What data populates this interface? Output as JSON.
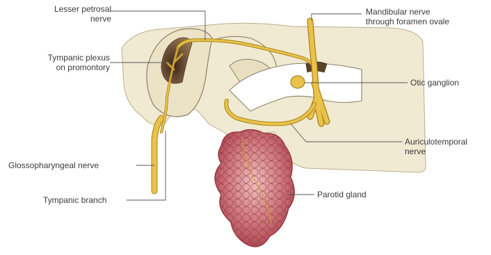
{
  "labels": {
    "lesser_petrosal": [
      "Lesser petrosal",
      "nerve"
    ],
    "tympanic_plexus": [
      "Tympanic plexus",
      "on promontory"
    ],
    "glossopharyngeal": "Glossopharyngeal nerve",
    "tympanic_branch": "Tympanic branch",
    "mandibular": [
      "Mandibular nerve",
      "through foramen ovale"
    ],
    "otic_ganglion": "Otic ganglion",
    "auriculotemporal": [
      "Auriculotemporal",
      "nerve"
    ],
    "parotid_gland": "Parotid gland"
  },
  "colors": {
    "bone": "#f1ead2",
    "bone_outline": "#8a8066",
    "nerve": "#e8c24a",
    "nerve_outline": "#a88418",
    "gland": "#c45a60",
    "gland_light": "#e6a4a6",
    "leader_line": "#555555",
    "text": "#3a3a3a"
  }
}
